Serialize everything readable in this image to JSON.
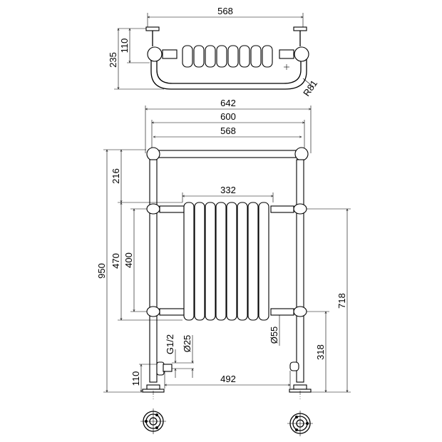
{
  "title": "Towel radiator dimension drawing",
  "top_view": {
    "width_568": "568",
    "depth_110": "110",
    "depth_235": "235",
    "radius": "R81"
  },
  "front_view": {
    "overall_width": "642",
    "rail_width": "600",
    "centres_width": "568",
    "top_to_rad": "216",
    "rad_width": "332",
    "overall_height": "950",
    "rad_height": "470",
    "rad_centres": "400",
    "valve_height": "718",
    "lower_height": "318",
    "thread": "G1/2",
    "pipe_dia": "Ø25",
    "post_dia": "Ø55",
    "valve_floor": "110",
    "pipe_centres": "492"
  }
}
